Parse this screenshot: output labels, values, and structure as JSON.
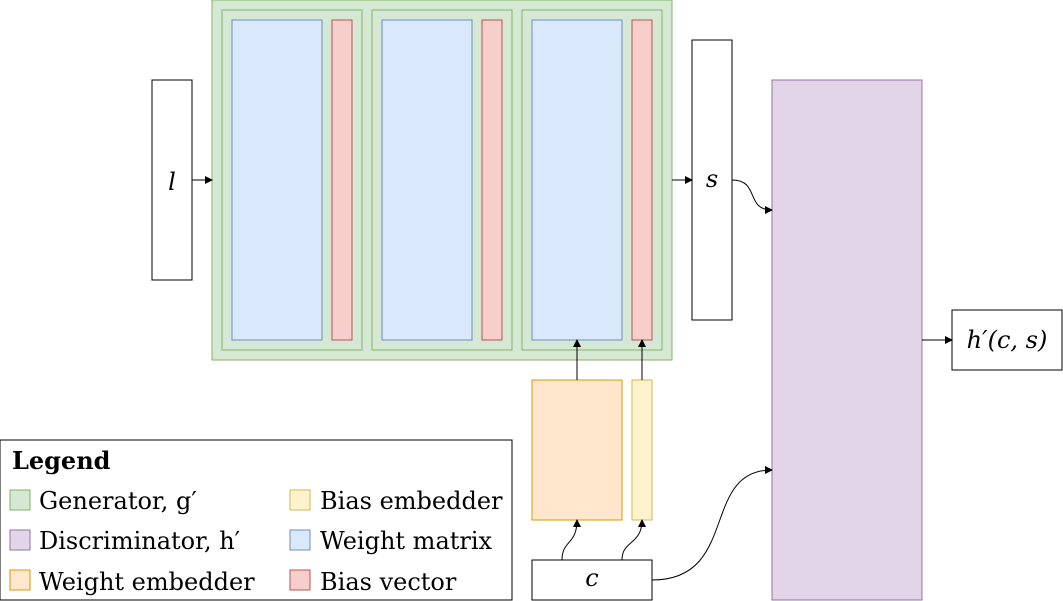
{
  "nodes": {
    "input_l": "l",
    "output_s": "s",
    "condition_c": "c",
    "output_h": "h′(c, s)"
  },
  "legend": {
    "title": "Legend",
    "items": [
      {
        "label": "Generator, g′",
        "fill": "#d5e8d4",
        "stroke": "#82b366"
      },
      {
        "label": "Discriminator, h′",
        "fill": "#e1d5e7",
        "stroke": "#9673a6"
      },
      {
        "label": "Weight embedder",
        "fill": "#ffe6cc",
        "stroke": "#d79b00"
      },
      {
        "label": "Bias embedder",
        "fill": "#fff2cc",
        "stroke": "#d6b656"
      },
      {
        "label": "Weight matrix",
        "fill": "#dae8fc",
        "stroke": "#6c8ebf"
      },
      {
        "label": "Bias vector",
        "fill": "#f8cecc",
        "stroke": "#b85450"
      }
    ]
  },
  "colors": {
    "generator_fill": "#d5e8d4",
    "generator_stroke": "#82b366",
    "discriminator_fill": "#e1d5e7",
    "discriminator_stroke": "#9673a6",
    "weight_embedder_fill": "#ffe6cc",
    "weight_embedder_stroke": "#d79b00",
    "bias_embedder_fill": "#fff2cc",
    "bias_embedder_stroke": "#d6b656",
    "weight_matrix_fill": "#dae8fc",
    "weight_matrix_stroke": "#6c8ebf",
    "bias_vector_fill": "#f8cecc",
    "bias_vector_stroke": "#b85450"
  }
}
